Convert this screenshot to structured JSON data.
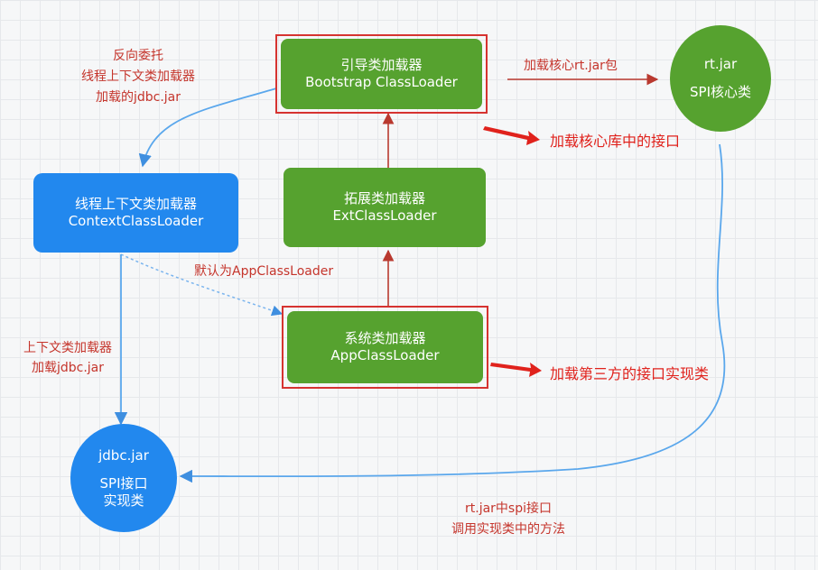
{
  "nodes": {
    "bootstrap": {
      "line1": "引导类加载器",
      "line2": "Bootstrap ClassLoader"
    },
    "ext": {
      "line1": "拓展类加载器",
      "line2": "ExtClassLoader"
    },
    "app": {
      "line1": "系统类加载器",
      "line2": "AppClassLoader"
    },
    "context": {
      "line1": "线程上下文类加载器",
      "line2": "ContextClassLoader"
    },
    "rtjar": {
      "line1": "rt.jar",
      "line2": "SPI核心类"
    },
    "jdbcjar": {
      "line1": "jdbc.jar",
      "line2": "SPI接口",
      "line3": "实现类"
    }
  },
  "labels": {
    "reverse_delegate": {
      "line1": "反向委托",
      "line2": "线程上下文类加载器",
      "line3": "加载的jdbc.jar"
    },
    "load_core_rtjar": "加载核心rt.jar包",
    "load_core_interface": "加载核心库中的接口",
    "default_app": "默认为AppClassLoader",
    "load_third_party": "加载第三方的接口实现类",
    "context_load_jdbc": {
      "line1": "上下文类加载器",
      "line2": "加载jdbc.jar"
    },
    "rtjar_call": {
      "line1": "rt.jar中spi接口",
      "line2": "调用实现类中的方法"
    }
  },
  "colors": {
    "green_node": "#56a22f",
    "blue_node": "#2288ee",
    "highlight_border": "#d63330",
    "red_arrow": "#d8302a",
    "blue_line": "#5aa7ec"
  }
}
